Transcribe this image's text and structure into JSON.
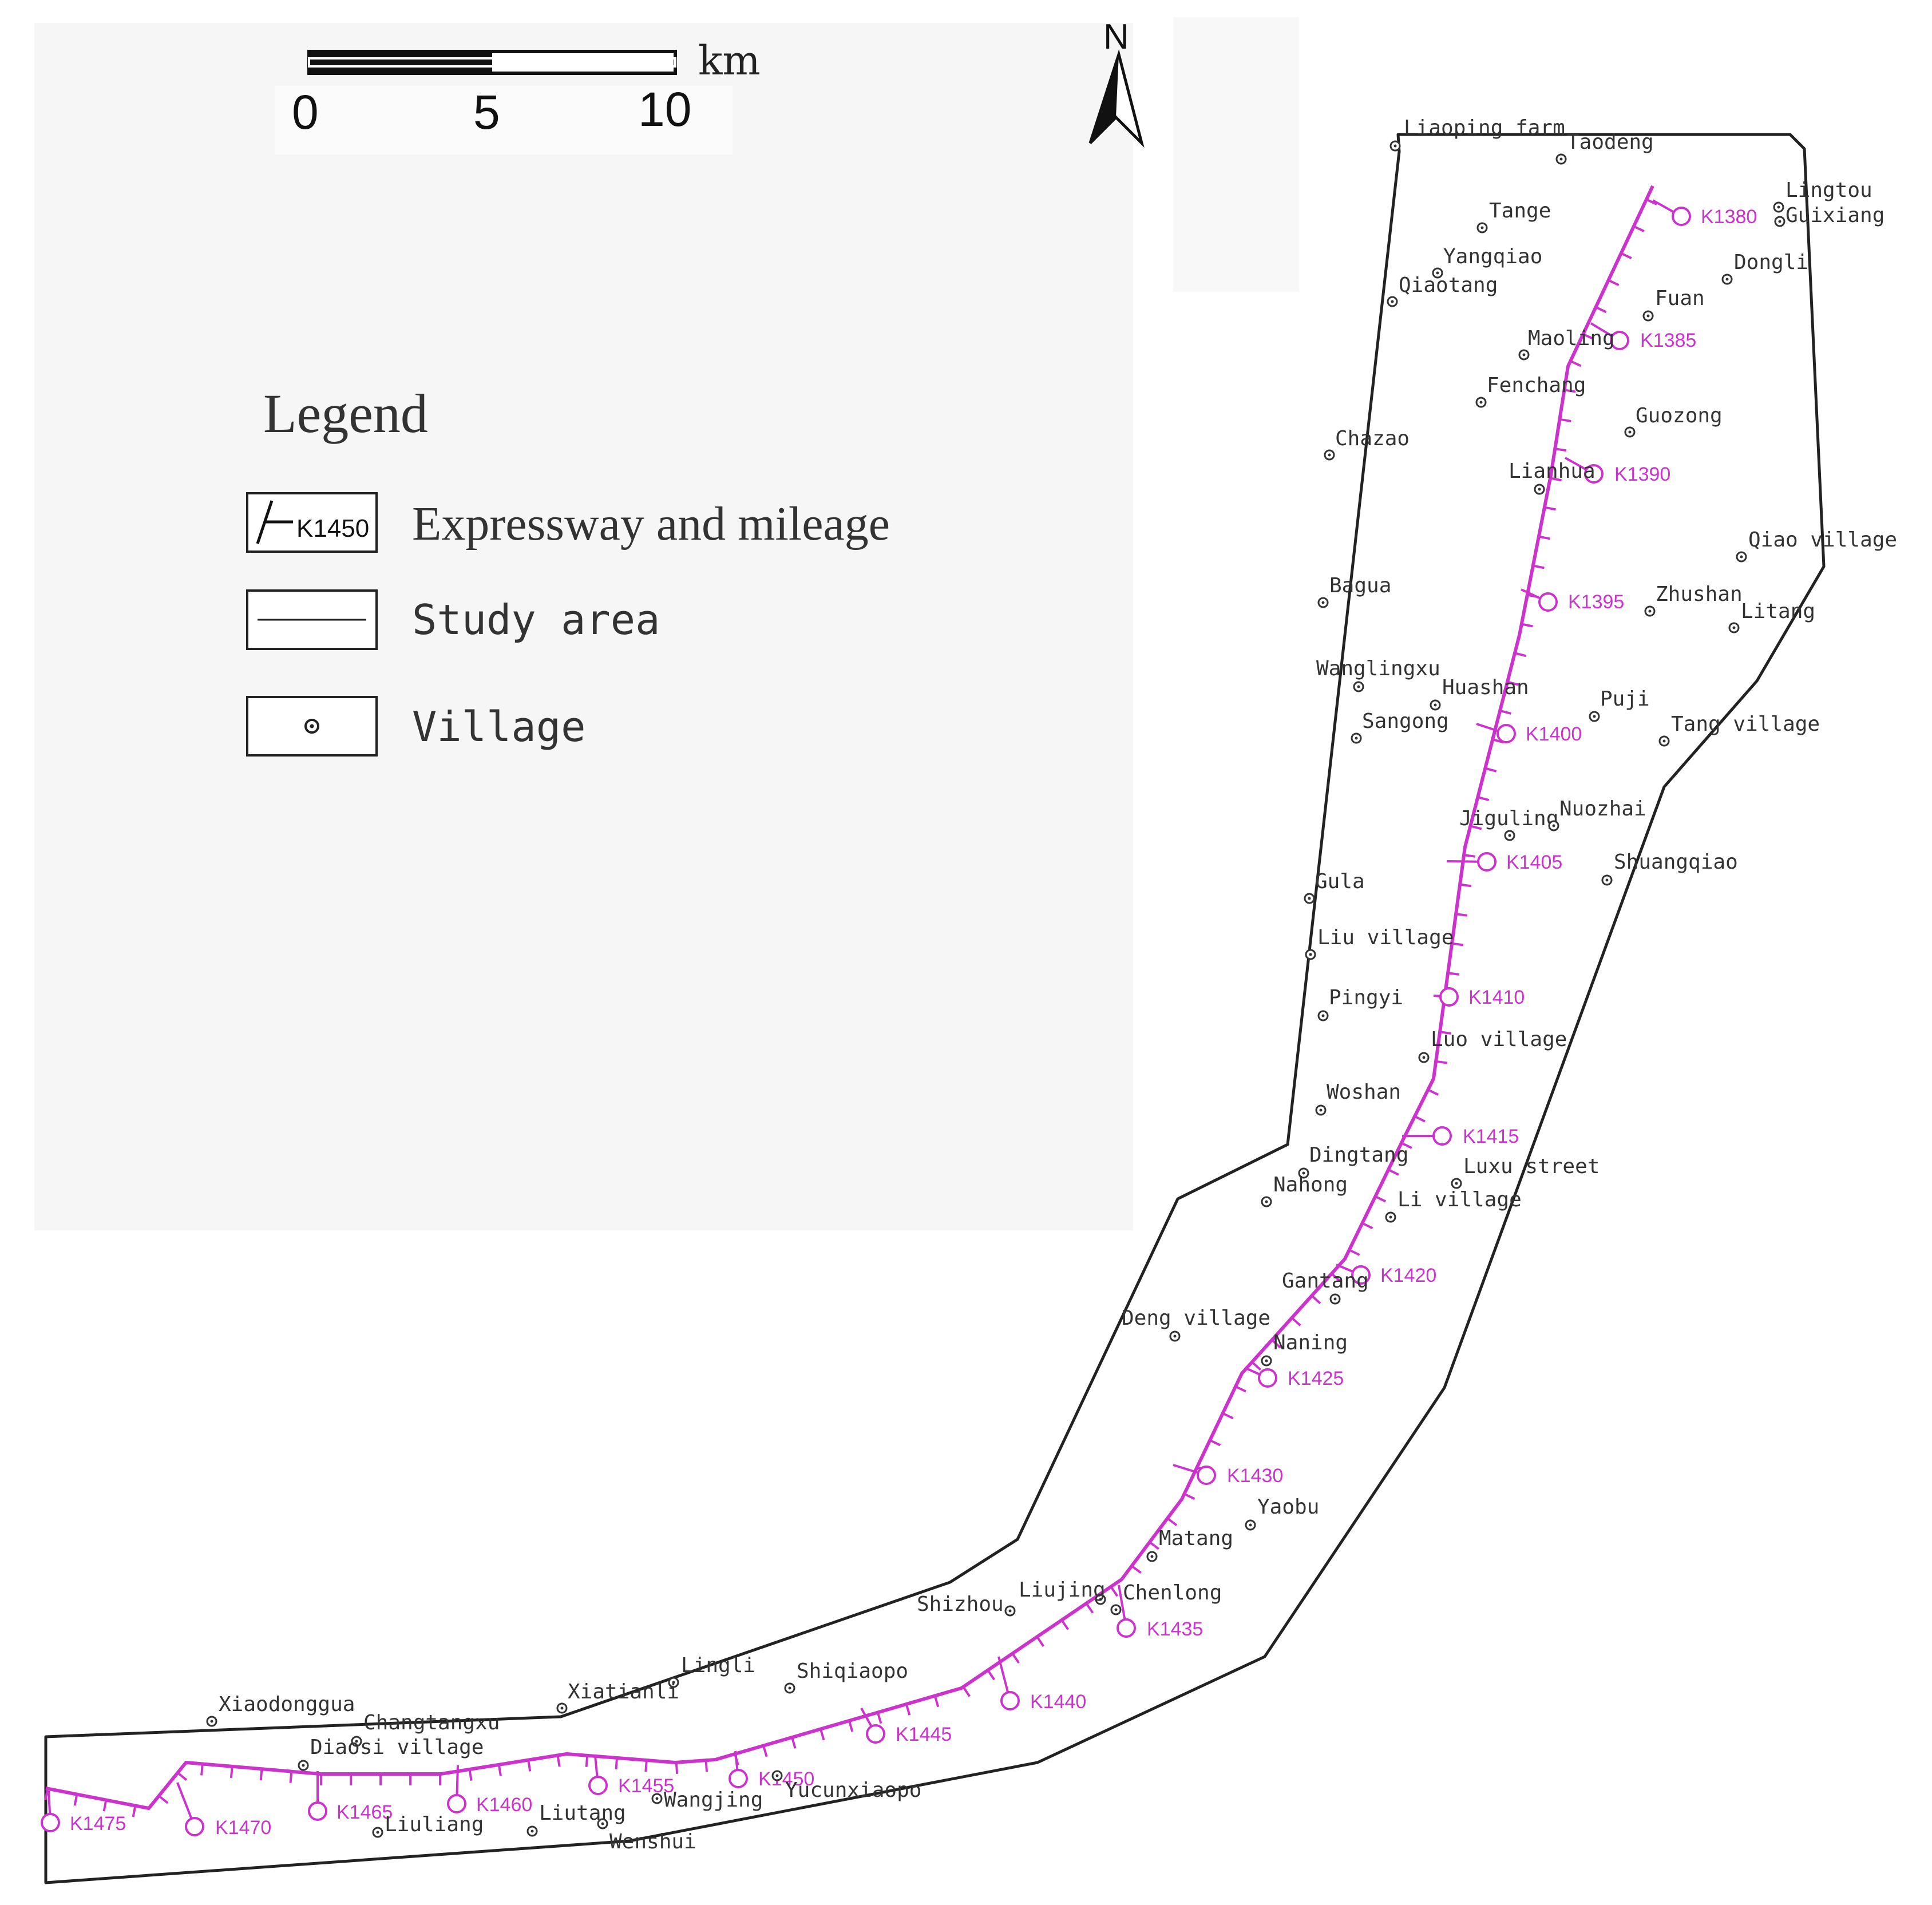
{
  "scale_bar": {
    "ticks": [
      "0",
      "5",
      "10"
    ],
    "unit": "km"
  },
  "north_arrow": {
    "label": "N"
  },
  "legend": {
    "title": "Legend",
    "expressway_sample": "K1450",
    "expressway_label": "Expressway and mileage",
    "study_area_label": "Study area",
    "village_label": "Village"
  },
  "colors": {
    "expressway": "#cc33cc",
    "boundary": "#222222",
    "text": "#333333"
  },
  "villages": [
    "Liaoping farm",
    "Taodeng",
    "Lingtou",
    "Guixiang",
    "Tange",
    "Yangqiao",
    "Qiaotang",
    "Dongli",
    "Fuan",
    "Maoling",
    "Fenchang",
    "Guozong",
    "Chazao",
    "Lianhua",
    "Qiao village",
    "Bagua",
    "Zhushan",
    "Litang",
    "Wanglingxu",
    "Huashan",
    "Puji",
    "Sangong",
    "Tang village",
    "Jiguling",
    "Nuozhai",
    "Shuangqiao",
    "Gula",
    "Liu village",
    "Pingyi",
    "Luo village",
    "Woshan",
    "Dingtang",
    "Luxu street",
    "Nahong",
    "Li village",
    "Gantang",
    "Deng village",
    "Naning",
    "Yaobu",
    "Matang",
    "Liujing",
    "Chenlong",
    "Shizhou",
    "Lingli",
    "Shiqiaopo",
    "Xiatianli",
    "Xiaodonggua",
    "Changtangxu",
    "Diaosi village",
    "Yucunxiaopo",
    "Wangjing",
    "Liutang",
    "Wenshui",
    "Liuliang"
  ],
  "mileage_markers": [
    "K1380",
    "K1385",
    "K1390",
    "K1395",
    "K1400",
    "K1405",
    "K1410",
    "K1415",
    "K1420",
    "K1425",
    "K1430",
    "K1435",
    "K1440",
    "K1445",
    "K1450",
    "K1455",
    "K1460",
    "K1465",
    "K1470",
    "K1475"
  ]
}
